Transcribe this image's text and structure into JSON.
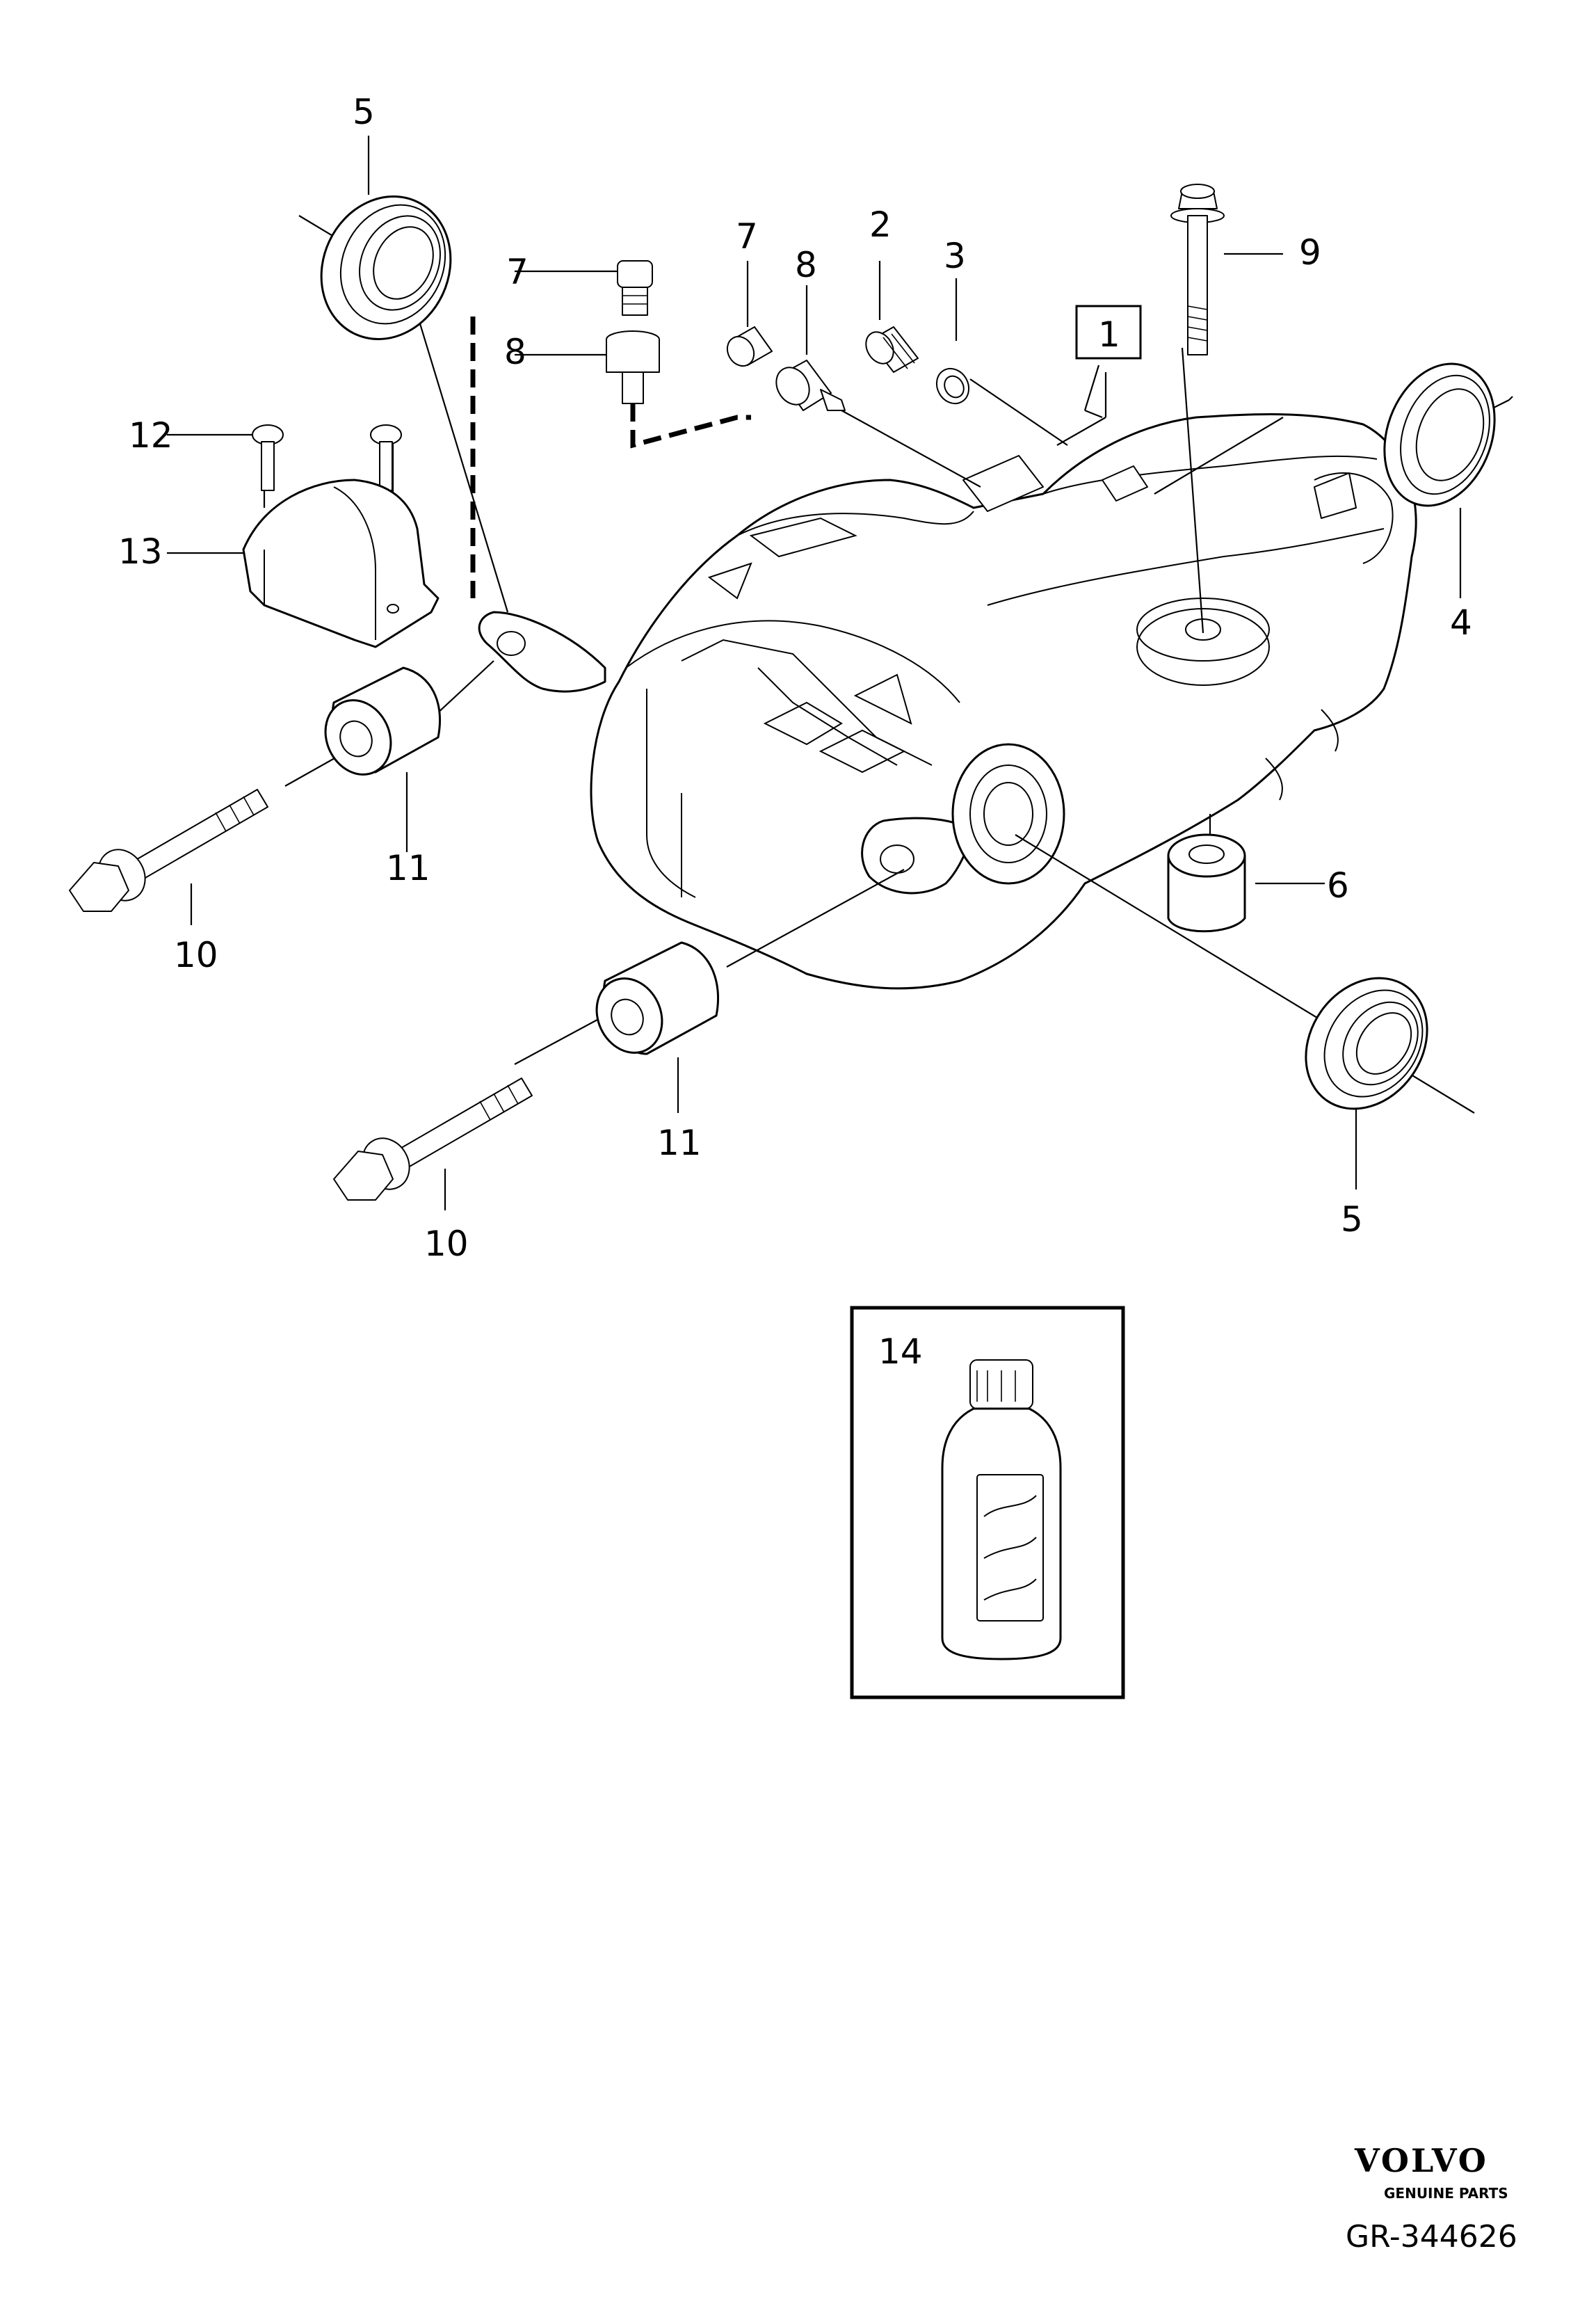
{
  "callouts": {
    "c1": "1",
    "c2": "2",
    "c3": "3",
    "c4": "4",
    "c5_top": "5",
    "c5_bottom": "5",
    "c6": "6",
    "c7_left": "7",
    "c7_mid": "7",
    "c8_left": "8",
    "c8_mid": "8",
    "c9": "9",
    "c10_upper": "10",
    "c10_lower": "10",
    "c11_upper": "11",
    "c11_lower": "11",
    "c12": "12",
    "c13": "13",
    "c14": "14"
  },
  "brand": {
    "name": "VOLVO",
    "tagline": "GENUINE PARTS",
    "drawing_number": "GR-344626"
  },
  "colors": {
    "ink": "#000000",
    "background": "#ffffff"
  }
}
